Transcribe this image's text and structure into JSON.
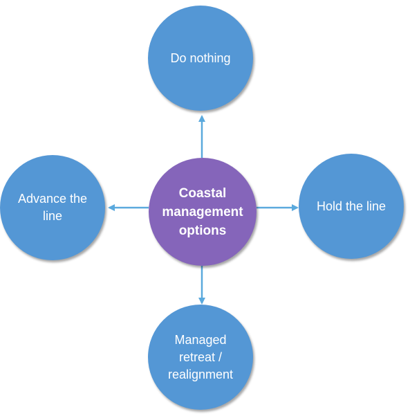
{
  "center": {
    "label": "Coastal\nmanagement\noptions",
    "color": "#8565ba"
  },
  "options": {
    "top": "Do nothing",
    "left": "Advance the\nline",
    "right": "Hold the line",
    "bottom": "Managed\nretreat /\nrealignment"
  },
  "colors": {
    "node": "#5497d5",
    "arrow": "#5aa9dd"
  }
}
